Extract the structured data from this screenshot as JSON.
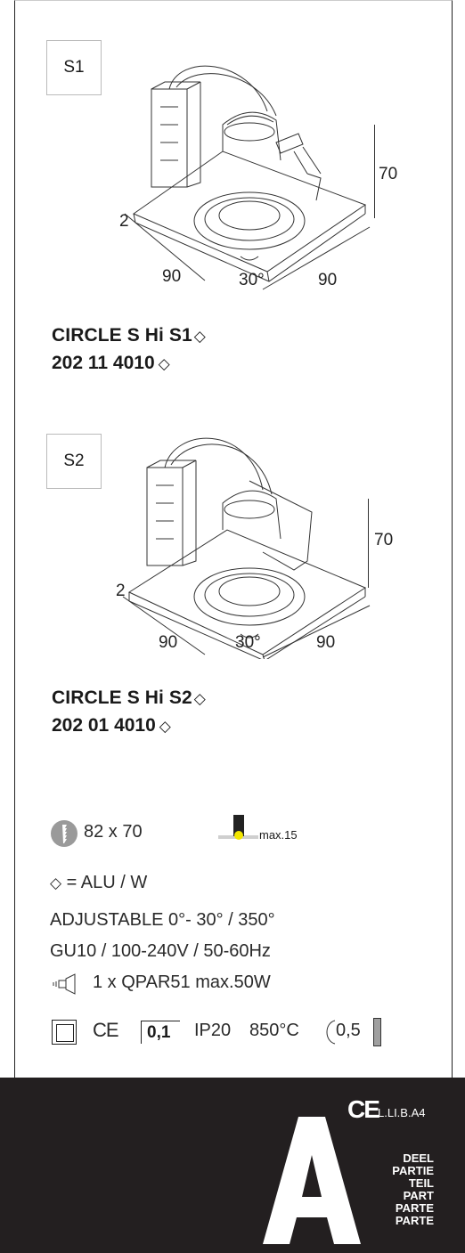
{
  "variants": [
    {
      "label": "S1",
      "dims": {
        "depth": "2",
        "width": "90",
        "length": "90",
        "angle": "30°",
        "height": "70"
      },
      "name": "CIRCLE S Hi S1",
      "code": "202 11 4010"
    },
    {
      "label": "S2",
      "dims": {
        "depth": "2",
        "width": "90",
        "length": "90",
        "angle": "30°",
        "height": "70"
      },
      "name": "CIRCLE S Hi S2",
      "code": "202 01 4010"
    }
  ],
  "specs": {
    "cutout": "82 x 70",
    "max_label": "max.15",
    "finish_legend": "= ALU / W",
    "adjustable": "ADJUSTABLE 0°- 30° / 350°",
    "electrical": "GU10 / 100-240V / 50-60Hz",
    "lamp": "1 x QPAR51 max.50W",
    "ce_mark": "CE",
    "distance": "0,1",
    "ip": "IP20",
    "glow_wire": "850°C",
    "min_distance": "0,5"
  },
  "footer": {
    "energy_class": "A",
    "ce_mark": "CE",
    "energy_range": "L.LI.B.A4",
    "labels": [
      "DEEL",
      "PARTIE",
      "TEIL",
      "PART",
      "PARTE",
      "PARTE"
    ]
  },
  "colors": {
    "footer_bg": "#231f20",
    "cutout_icon": "#9a9a9a",
    "led_yellow": "#f2e600"
  }
}
